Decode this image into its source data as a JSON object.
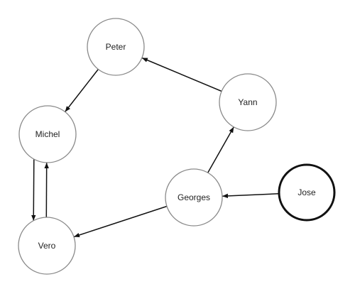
{
  "colors": {
    "edge": "#111111",
    "node_border": "#8a8a8a",
    "selected_border": "#111111",
    "node_fill": "#ffffff",
    "text": "#222222"
  },
  "nodes": [
    {
      "id": "peter",
      "label": "Peter",
      "selected": false
    },
    {
      "id": "michel",
      "label": "Michel",
      "selected": false
    },
    {
      "id": "vero",
      "label": "Vero",
      "selected": false
    },
    {
      "id": "georges",
      "label": "Georges",
      "selected": false
    },
    {
      "id": "yann",
      "label": "Yann",
      "selected": false
    },
    {
      "id": "jose",
      "label": "Jose",
      "selected": true
    }
  ],
  "edges": [
    {
      "from": "peter",
      "to": "michel"
    },
    {
      "from": "michel",
      "to": "vero"
    },
    {
      "from": "vero",
      "to": "michel"
    },
    {
      "from": "georges",
      "to": "vero"
    },
    {
      "from": "georges",
      "to": "yann"
    },
    {
      "from": "yann",
      "to": "peter"
    },
    {
      "from": "jose",
      "to": "georges"
    }
  ]
}
